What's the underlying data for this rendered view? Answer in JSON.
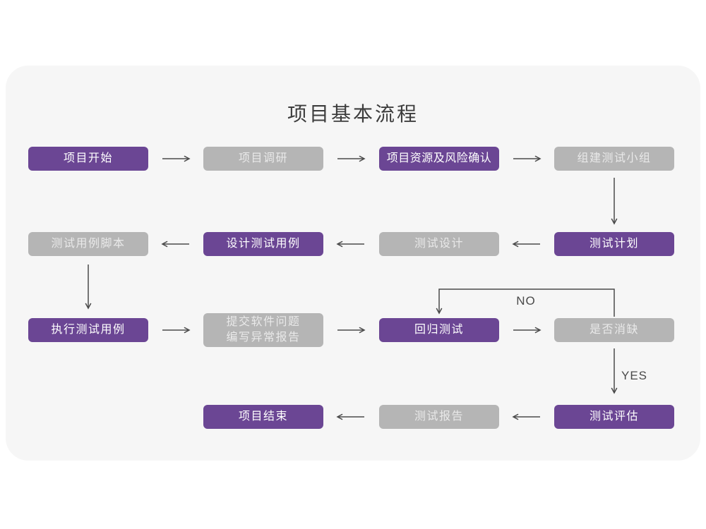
{
  "title": "项目基本流程",
  "colors": {
    "purple_color": "#6b4694",
    "gray_color": "#b5b5b5",
    "card_bg": "#f6f6f6",
    "page_bg": "#ffffff",
    "arrow_color": "#4a4a4a",
    "title_color": "#3d3d3d",
    "text_on_purple": "#ffffff",
    "text_on_gray": "#e9e9e9"
  },
  "labels": {
    "no": "NO",
    "yes": "YES"
  },
  "nodes": [
    {
      "id": "project-start",
      "label": "项目开始",
      "variant": "purple"
    },
    {
      "id": "project-research",
      "label": "项目调研",
      "variant": "gray"
    },
    {
      "id": "resource-risk",
      "label": "项目资源及风险确认",
      "variant": "purple"
    },
    {
      "id": "build-test-team",
      "label": "组建测试小组",
      "variant": "gray"
    },
    {
      "id": "test-plan",
      "label": "测试计划",
      "variant": "purple"
    },
    {
      "id": "test-design",
      "label": "测试设计",
      "variant": "gray"
    },
    {
      "id": "design-test-case",
      "label": "设计测试用例",
      "variant": "purple"
    },
    {
      "id": "test-case-script",
      "label": "测试用例脚本",
      "variant": "gray"
    },
    {
      "id": "execute-test-case",
      "label": "执行测试用例",
      "variant": "purple"
    },
    {
      "id": "submit-issue-report",
      "label": "提交软件问题\n编写异常报告",
      "variant": "gray"
    },
    {
      "id": "regression-test",
      "label": "回归测试",
      "variant": "purple"
    },
    {
      "id": "defect-cleared",
      "label": "是否消缺",
      "variant": "gray"
    },
    {
      "id": "test-evaluate",
      "label": "测试评估",
      "variant": "purple"
    },
    {
      "id": "test-report",
      "label": "测试报告",
      "variant": "gray"
    },
    {
      "id": "project-end",
      "label": "项目结束",
      "variant": "purple"
    }
  ]
}
